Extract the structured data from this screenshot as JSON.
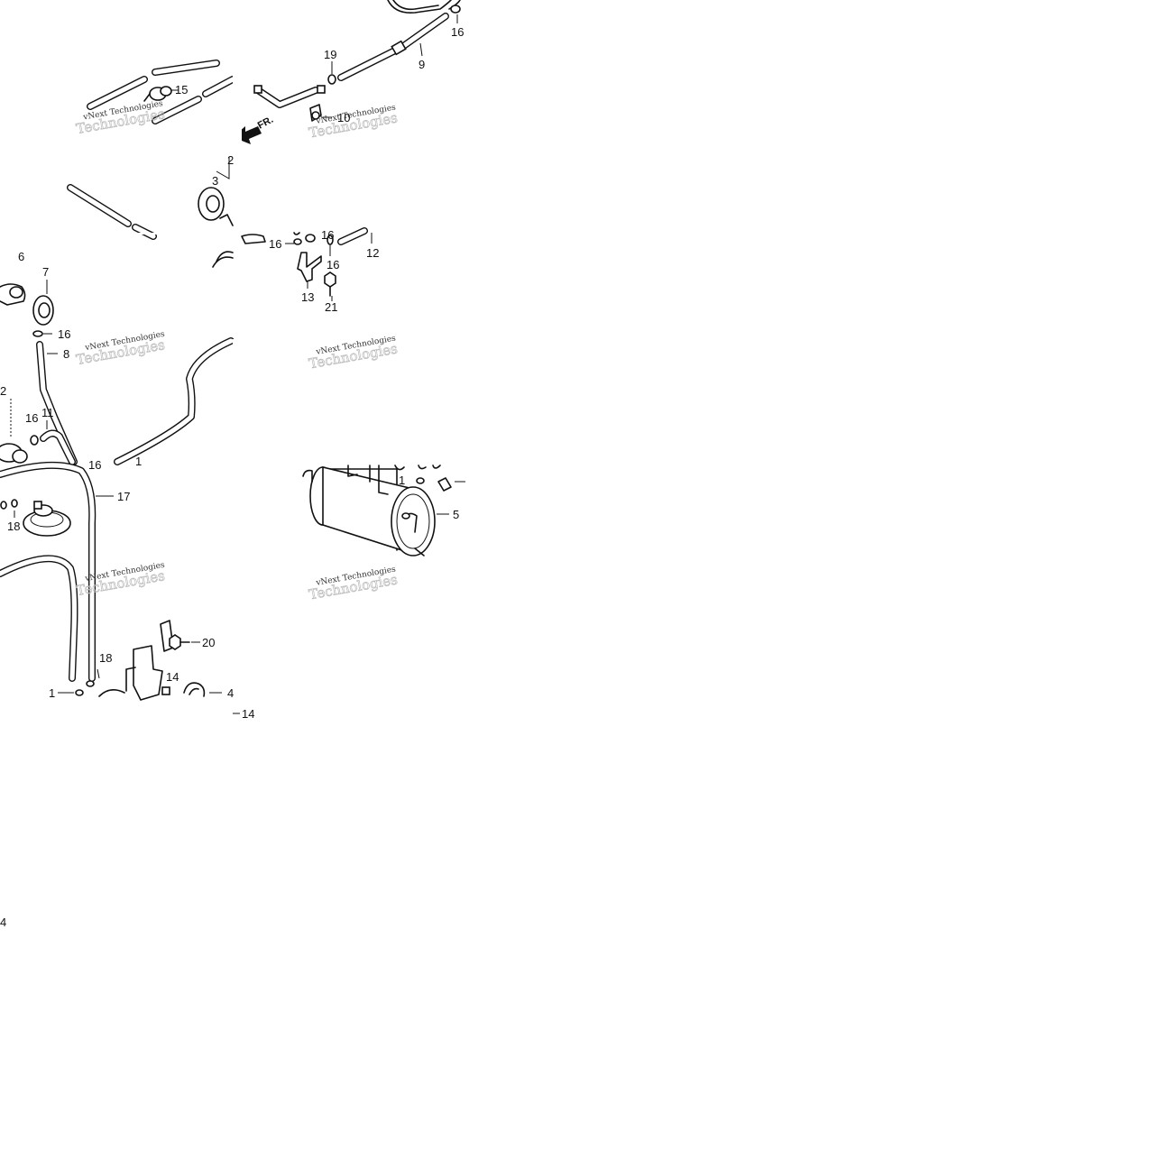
{
  "diagram": {
    "callouts": {
      "c1a": "1",
      "c1b": "1",
      "c1c": "1",
      "c2a": "2",
      "c2b": "2",
      "c3": "3",
      "c4": "4",
      "c5": "5",
      "c6": "6",
      "c7": "7",
      "c8": "8",
      "c9": "9",
      "c10": "10",
      "c11": "11",
      "c12": "12",
      "c13": "13",
      "c14a": "14",
      "c14b": "14",
      "c15": "15",
      "c16a": "16",
      "c16b": "16",
      "c16c": "16",
      "c16d": "16",
      "c16e": "16",
      "c16f": "16",
      "c16g": "16",
      "c17": "17",
      "c18a": "18",
      "c18b": "18",
      "c19": "19",
      "c20": "20",
      "c21": "21"
    },
    "front_arrow_label": "FR.",
    "watermark": {
      "line1": "vNext Technologies",
      "line2": "Technologies"
    },
    "stray_mark": "4"
  }
}
